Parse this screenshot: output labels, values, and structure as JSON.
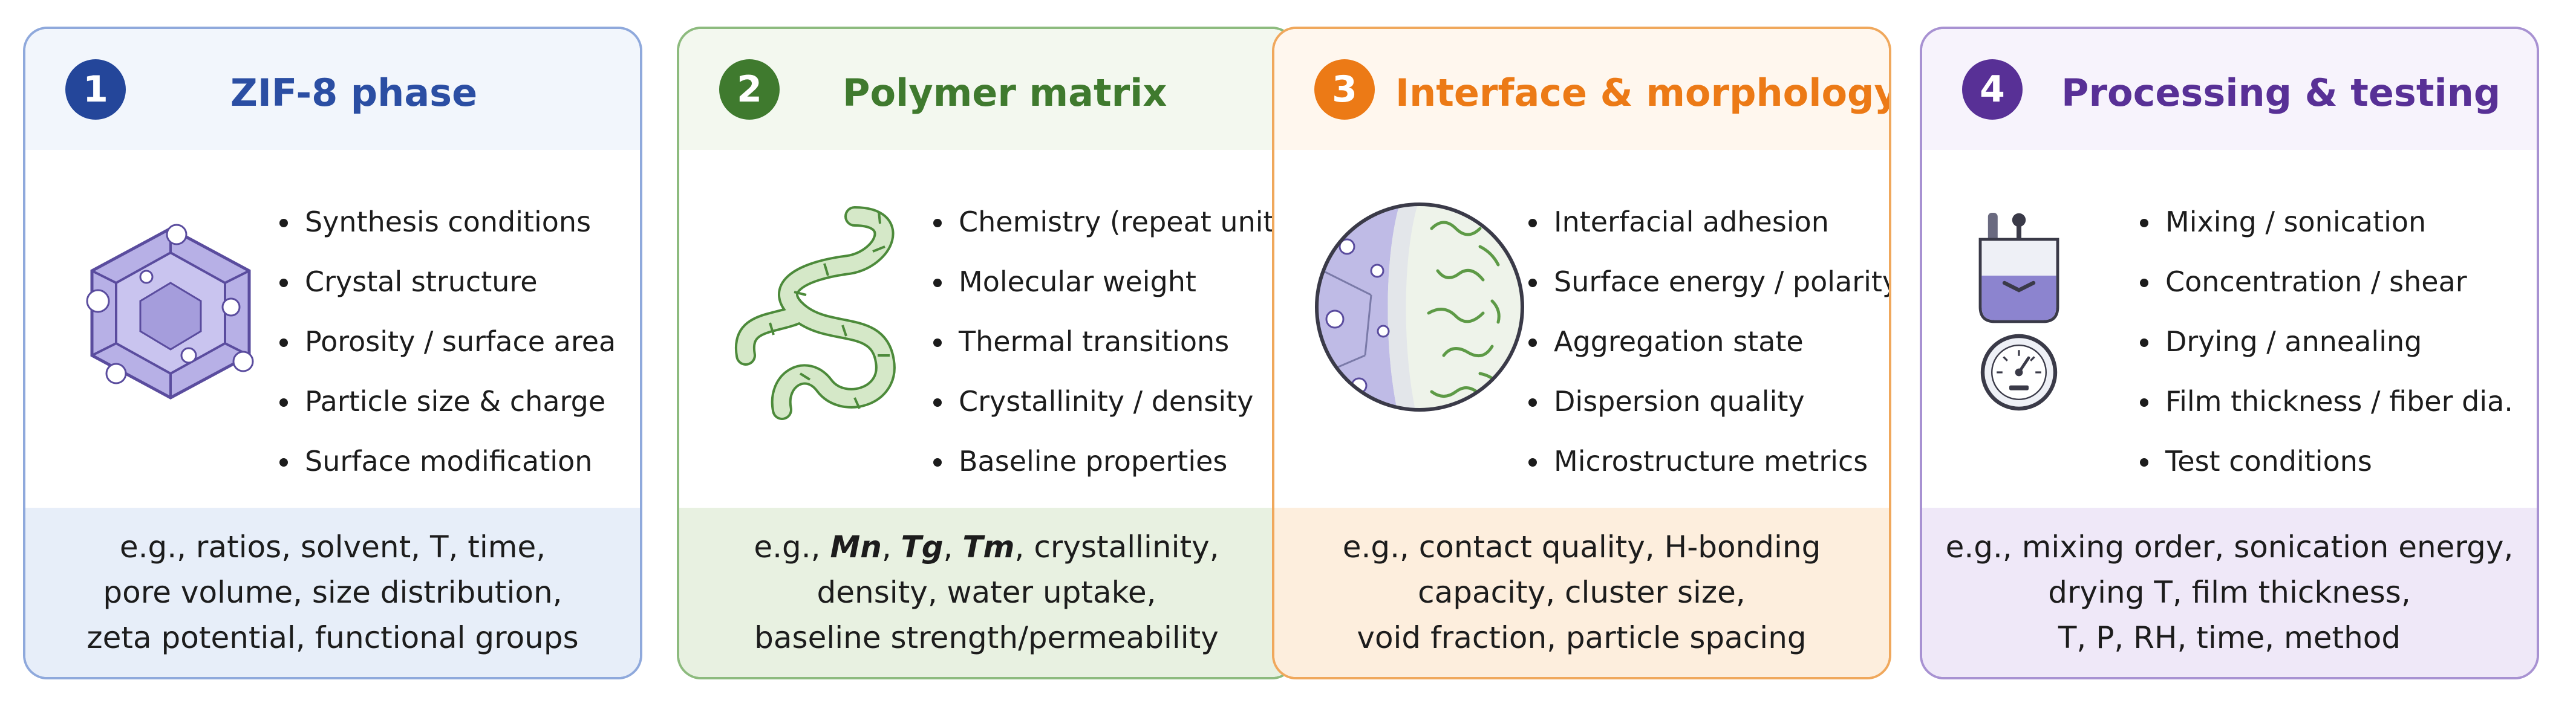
{
  "panels": [
    {
      "number": "1",
      "title": "ZIF-8 phase",
      "bullets": [
        "Synthesis conditions",
        "Crystal structure",
        "Porosity / surface area",
        "Particle size & charge",
        "Surface modification"
      ],
      "examples": [
        "e.g., ratios, solvent, T, time,",
        "pore volume, size distribution,",
        "zeta potential, functional groups"
      ],
      "illustration": "zif8-crystal-icon"
    },
    {
      "number": "2",
      "title": "Polymer matrix",
      "bullets": [
        "Chemistry (repeat unit)",
        "Molecular weight",
        "Thermal transitions",
        "Crystallinity / density",
        "Baseline properties"
      ],
      "examples_line1": {
        "prefix": "e.g., ",
        "mn": "Mn",
        "tg": "Tg",
        "tm": "Tm",
        "sep": ", ",
        "suffix": ", crystallinity,"
      },
      "examples": [
        "density, water uptake,",
        "baseline strength/permeability"
      ],
      "illustration": "polymer-chain-icon"
    },
    {
      "number": "3",
      "title": "Interface & morphology",
      "bullets": [
        "Interfacial adhesion",
        "Surface energy / polarity",
        "Aggregation state",
        "Dispersion quality",
        "Microstructure metrics"
      ],
      "examples": [
        "e.g., contact quality, H-bonding",
        "capacity, cluster size,",
        "void fraction, particle spacing"
      ],
      "illustration": "interface-magnifier-icon"
    },
    {
      "number": "4",
      "title": "Processing & testing",
      "bullets": [
        "Mixing / sonication",
        "Concentration / shear",
        "Drying / annealing",
        "Film thickness / fiber dia.",
        "Test conditions"
      ],
      "examples": [
        "e.g., mixing order, sonication energy,",
        "drying T, film thickness,",
        "T, P, RH, time, method"
      ],
      "illustration": "beaker-and-gauge-icon"
    }
  ],
  "colors": {
    "panel1": "#24469a",
    "panel2": "#3f7a2e",
    "panel3": "#ec7a16",
    "panel4": "#583096"
  }
}
